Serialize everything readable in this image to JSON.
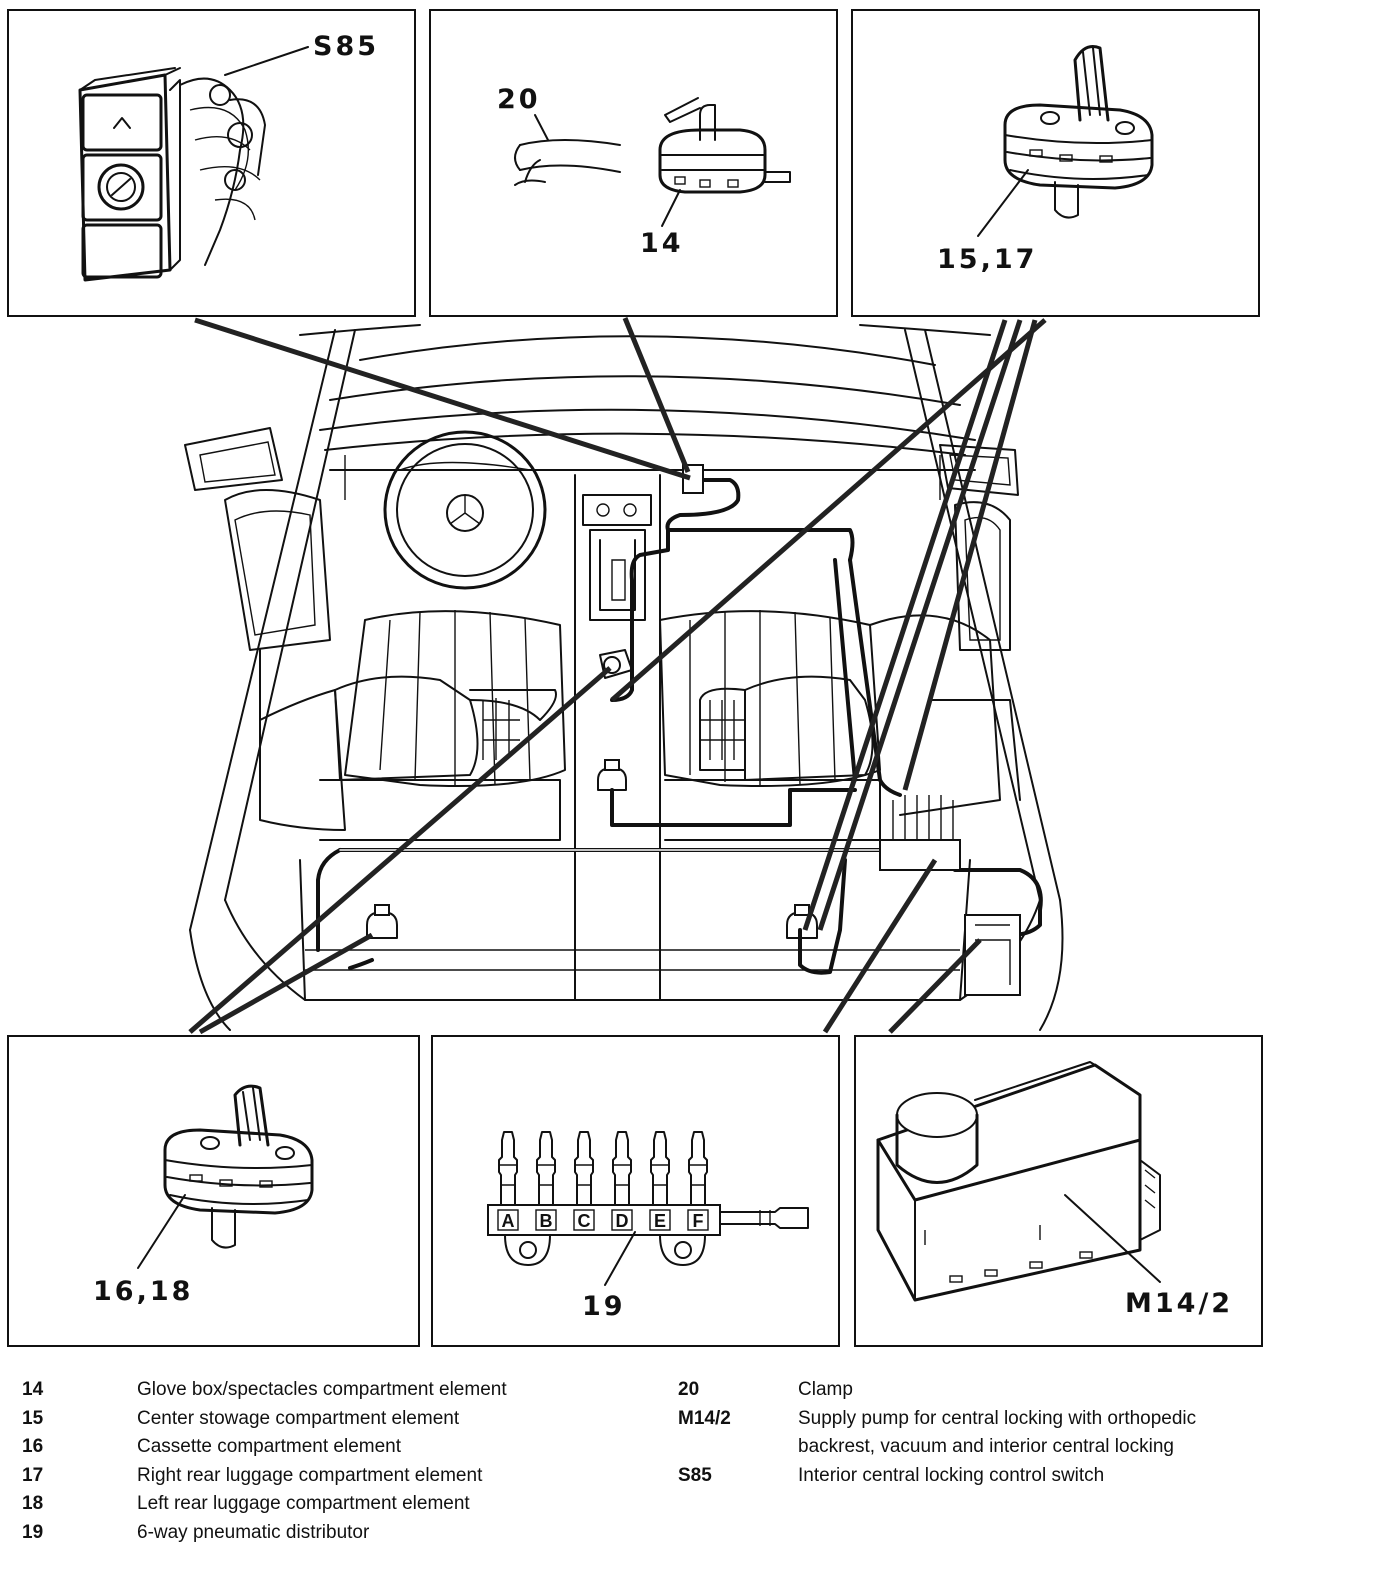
{
  "callouts": {
    "s85": "S85",
    "n20": "20",
    "n14": "14",
    "n15_17": "15,17",
    "n16_18": "16,18",
    "n19": "19",
    "m14_2": "M14/2"
  },
  "distributor_ports": [
    "A",
    "B",
    "C",
    "D",
    "E",
    "F"
  ],
  "legend": {
    "left": [
      {
        "num": "14",
        "text": "Glove box/spectacles compartment element"
      },
      {
        "num": "15",
        "text": "Center stowage compartment element"
      },
      {
        "num": "16",
        "text": "Cassette compartment element"
      },
      {
        "num": "17",
        "text": "Right rear luggage compartment element"
      },
      {
        "num": "18",
        "text": "Left rear luggage compartment element"
      },
      {
        "num": "19",
        "text": "6-way pneumatic distributor"
      }
    ],
    "right": [
      {
        "num": "20",
        "text": "Clamp",
        "cont": ""
      },
      {
        "num": "M14/2",
        "text": "Supply pump for central locking with orthopedic",
        "cont": "backrest, vacuum and interior central locking"
      },
      {
        "num": "S85",
        "text": "Interior central locking control switch",
        "cont": ""
      }
    ]
  }
}
